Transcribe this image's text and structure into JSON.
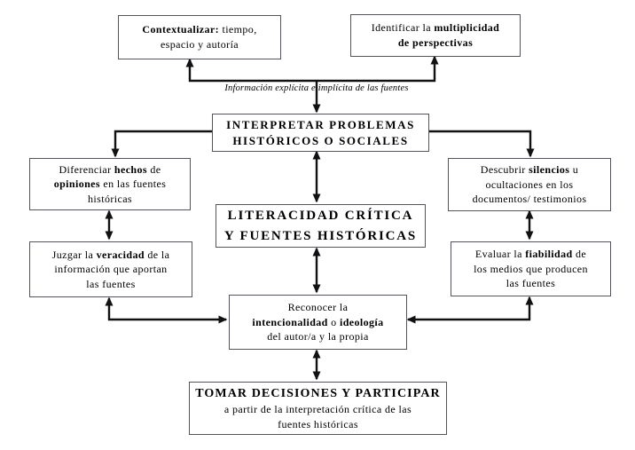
{
  "diagram": {
    "caption": "Información explícita e implícita de las fuentes",
    "colors": {
      "background": "#ffffff",
      "box_border": "#54555a",
      "text": "#000000",
      "arrow": "#111111"
    },
    "nodes": {
      "contextualizar": {
        "l1b": "Contextualizar:",
        "l1r": " tiempo,",
        "l2": "espacio y autoría"
      },
      "identificar": {
        "l1r": "Identificar la ",
        "l1b": "multiplicidad",
        "l2b": "de perspectivas"
      },
      "interpretar": {
        "l1": "INTERPRETAR PROBLEMAS",
        "l2": "HISTÓRICOS O SOCIALES"
      },
      "diferenciar": {
        "l1a": "Diferenciar ",
        "l1b": "hechos",
        "l1c": " de",
        "l2b": "opiniones",
        "l2r": " en las fuentes",
        "l3": "históricas"
      },
      "descubrir": {
        "l1a": "Descubrir ",
        "l1b": "silencios",
        "l1c": " u",
        "l2": "ocultaciones en los",
        "l3": "documentos/ testimonios"
      },
      "literacidad": {
        "l1": "LITERACIDAD CRÍTICA",
        "l2": "Y FUENTES HISTÓRICAS"
      },
      "juzgar": {
        "l1a": "Juzgar la ",
        "l1b": "veracidad",
        "l1c": " de la",
        "l2": "información que aportan",
        "l3": "las fuentes"
      },
      "evaluar": {
        "l1a": "Evaluar la ",
        "l1b": "fiabilidad",
        "l1c": " de",
        "l2": "los medios que producen",
        "l3": "las fuentes"
      },
      "reconocer": {
        "l1": "Reconocer la",
        "l2a": "intencionalidad",
        "l2b": " o ",
        "l2c": "ideología",
        "l3": "del autor/a y la propia"
      },
      "tomar": {
        "l1": "TOMAR DECISIONES Y PARTICIPAR",
        "l2": "a partir de la interpretación crítica de las",
        "l3": "fuentes históricas"
      }
    }
  }
}
